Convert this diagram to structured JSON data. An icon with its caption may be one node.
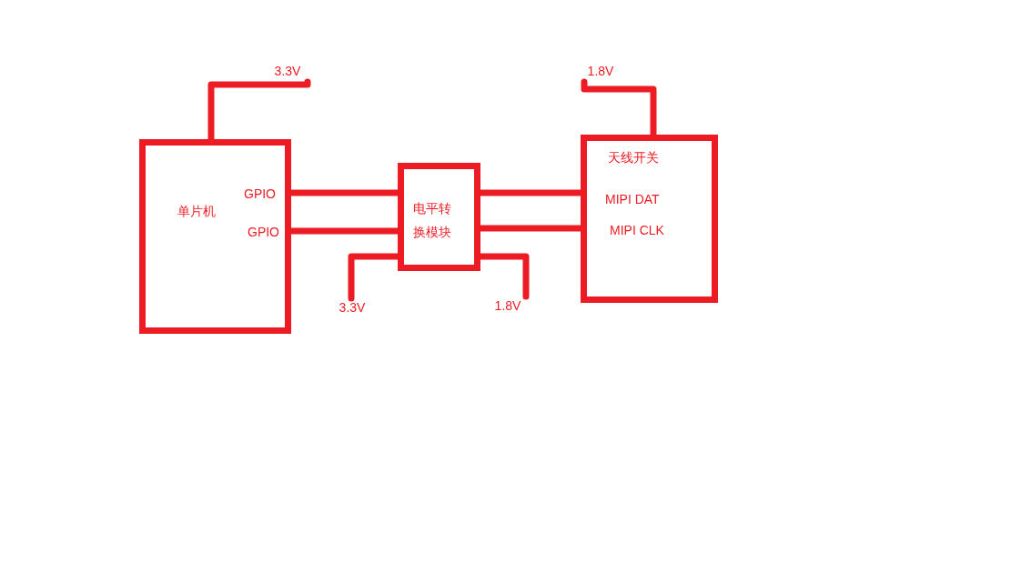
{
  "diagram": {
    "nodes": [
      {
        "text": [
          "单片机",
          "GPIO",
          "GPIO"
        ]
      },
      {
        "text": [
          "电平转换模块"
        ]
      },
      {
        "text": [
          "天线开关",
          "MIPI DAT",
          "MIPI CLK"
        ]
      },
      {
        "text": [
          "3.3V"
        ]
      },
      {
        "text": [
          "3.3V"
        ]
      },
      {
        "text": [
          "1.8V"
        ]
      },
      {
        "text": [
          "1.8V"
        ]
      }
    ],
    "edges": [
      {
        "from": 0,
        "to": 3,
        "arrow": "none"
      },
      {
        "from": 0,
        "to": 1,
        "arrow": "none"
      },
      {
        "from": 0,
        "to": 1,
        "arrow": "none"
      },
      {
        "from": 1,
        "to": 2,
        "arrow": "none"
      },
      {
        "from": 1,
        "to": 2,
        "arrow": "none"
      },
      {
        "from": 1,
        "to": 4,
        "arrow": "none"
      },
      {
        "from": 1,
        "to": 5,
        "arrow": "none"
      },
      {
        "from": 2,
        "to": 6,
        "arrow": "none"
      }
    ]
  }
}
